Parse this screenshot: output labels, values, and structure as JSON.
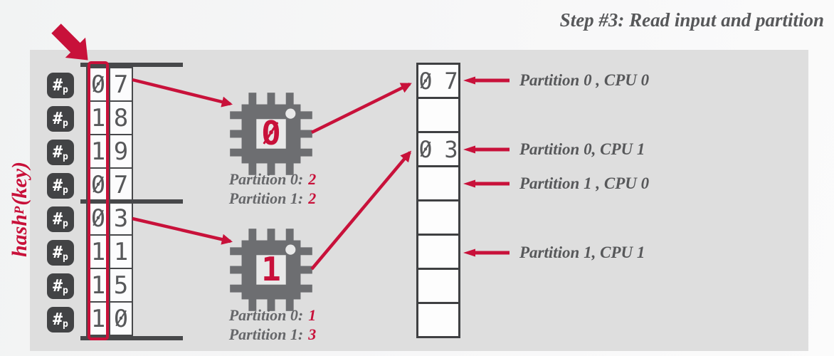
{
  "title": "Step #3: Read input and partition",
  "hash_label": {
    "main": "hash",
    "sub": "P",
    "rest": "(key)"
  },
  "left_table": {
    "badge": {
      "symbol": "#",
      "sub": "p"
    },
    "rows": [
      "07",
      "18",
      "19",
      "07",
      "03",
      "11",
      "15",
      "10"
    ]
  },
  "chips": [
    {
      "digit": "0",
      "counts": [
        {
          "label": "Partition 0:",
          "value": "2"
        },
        {
          "label": "Partition 1:",
          "value": "2"
        }
      ]
    },
    {
      "digit": "1",
      "counts": [
        {
          "label": "Partition 0:",
          "value": "1"
        },
        {
          "label": "Partition 1:",
          "value": "3"
        }
      ]
    }
  ],
  "right_table": {
    "cells": [
      "0 7",
      "",
      "0 3",
      "",
      "",
      "",
      "",
      ""
    ]
  },
  "right_labels": [
    {
      "text": "Partition 0 , CPU 0"
    },
    {
      "text": "Partition 0, CPU 1"
    },
    {
      "text": "Partition 1 , CPU 0"
    },
    {
      "text": "Partition 1, CPU 1"
    }
  ],
  "colors": {
    "accent": "#c8113a",
    "dark_text": "#57585a",
    "chip_gray": "#6d6e71",
    "panel": "#dedede"
  }
}
